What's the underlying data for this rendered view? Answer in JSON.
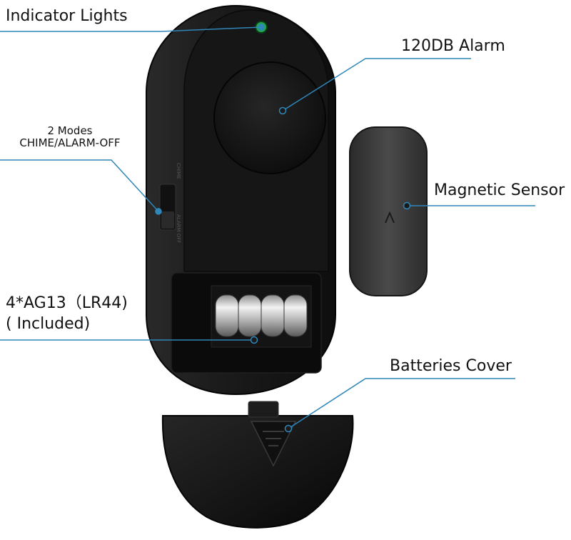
{
  "labels": {
    "indicator_lights": "Indicator Lights",
    "alarm": "120DB Alarm",
    "modes_line1": "2 Modes",
    "modes_line2": "CHIME/ALARM-OFF",
    "magnetic_sensor": "Magnetic Sensor",
    "batteries_line1": "4*AG13（LR44)",
    "batteries_line2": "( Included)",
    "batteries_cover": "Batteries Cover"
  },
  "device_text": {
    "switch_top": "CHIME",
    "switch_bottom": "ALARM OFF"
  },
  "colors": {
    "leader_line": "#2f86b8",
    "device_body": "#1a1a1a",
    "device_edge": "#0a0a0a",
    "sensor_body": "#3a3a3a",
    "indicator_led": "#1fa84a"
  }
}
